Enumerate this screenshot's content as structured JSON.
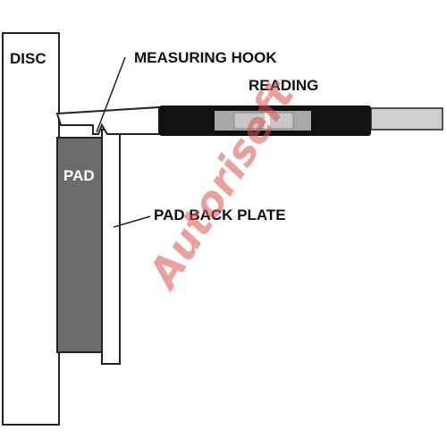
{
  "labels": {
    "disc": "DISC",
    "measuring_hook": "MEASURING HOOK",
    "reading": "READING",
    "pad": "PAD",
    "pad_back_plate": "PAD BACK PLATE"
  },
  "watermark": {
    "text": "Autoriseft",
    "color": "#d9534f"
  },
  "colors": {
    "outline": "#222222",
    "pad_fill": "#6b6b6b",
    "gauge_body": "#111111",
    "gauge_window": "#c8c8c8",
    "rod": "#cfcfcf"
  }
}
